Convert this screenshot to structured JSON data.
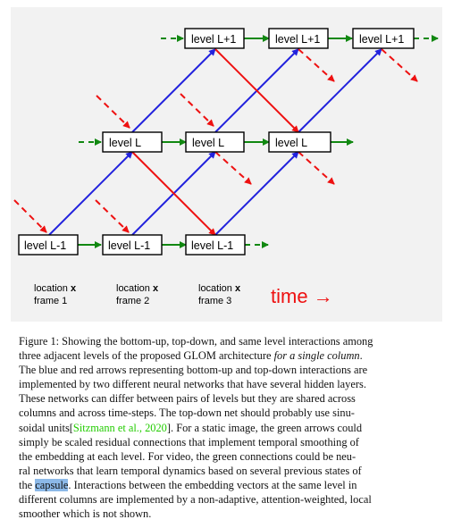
{
  "figure": {
    "nodes": {
      "top": "level L+1",
      "mid": "level L",
      "bot": "level L-1"
    },
    "columns": [
      {
        "location_word": "location",
        "location_var": "x",
        "frame": "frame 1"
      },
      {
        "location_word": "location",
        "location_var": "x",
        "frame": "frame 2"
      },
      {
        "location_word": "location",
        "location_var": "x",
        "frame": "frame 3"
      }
    ],
    "time_label": "time →",
    "colors": {
      "bottom_up": "#2222dd",
      "top_down": "#ee1111",
      "same_level": "#118811",
      "panel_bg": "#f2f2f2",
      "time": "#ee1111"
    }
  },
  "caption": {
    "l1a": "Figure 1: Showing the bottom-up, top-down, and same level interactions among",
    "l2a": "three adjacent levels of the proposed GLOM architecture ",
    "l2b": "for a single column",
    "l2c": ".",
    "l3": "The blue and red arrows representing bottom-up and top-down interactions are",
    "l4": "implemented by two different neural networks that have several hidden layers.",
    "l5": "These networks can differ between pairs of levels but they are shared across",
    "l6": "columns and across time-steps.  The top-down net should probably use sinu-",
    "l7a": "soidal units[",
    "l7cite": "Sitzmann et al., 2020",
    "l7b": "]. For a static image, the green arrows could",
    "l8": "simply be scaled residual connections that implement temporal smoothing of",
    "l9": "the embedding at each level.  For video, the green connections could be neu-",
    "l10": "ral networks that learn temporal dynamics based on several previous states of",
    "l11a": "the ",
    "l11hl": "capsule",
    "l11b": ". Interactions between the embedding vectors at the same level in",
    "l12": "different columns are implemented by a non-adaptive, attention-weighted, local",
    "l13": "smoother which is not shown."
  }
}
